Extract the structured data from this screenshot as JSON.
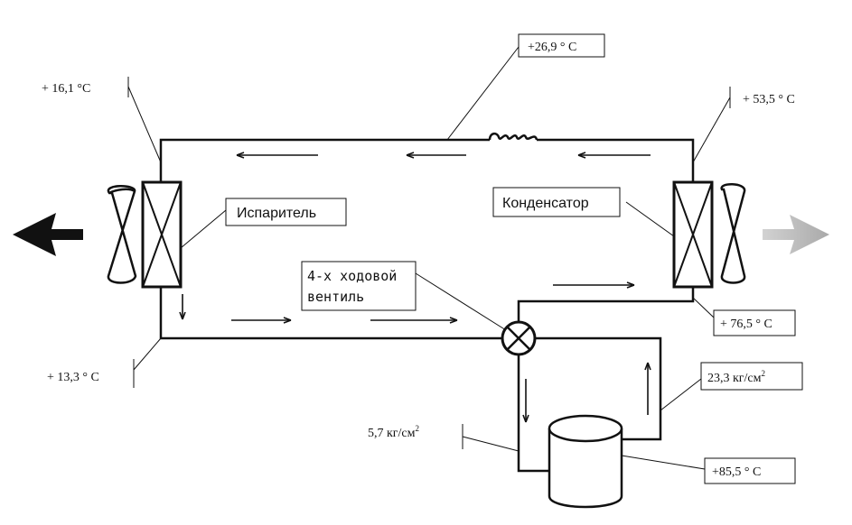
{
  "labels": {
    "evaporator": "Испаритель",
    "condenser": "Конденсатор",
    "valve_line1": "4-х ходовой",
    "valve_line2": "вентиль"
  },
  "readings": {
    "t_top_pipe": "+26,9 ° С",
    "t_evap_in": "+ 16,1 °С",
    "t_cond_in": "+ 53,5 ° С",
    "t_evap_out": "+ 13,3 ° С",
    "t_cond_out": "+ 76,5 ° С",
    "p_high": "23,3 кг/см",
    "p_high_sup": "2",
    "p_low": "5,7 кг/см",
    "p_low_sup": "2",
    "t_compressor": "+85,5 ° С"
  },
  "colors": {
    "line": "#111111",
    "hot_arrow": "#111111",
    "cool_arrow": "#b8b8b8"
  }
}
